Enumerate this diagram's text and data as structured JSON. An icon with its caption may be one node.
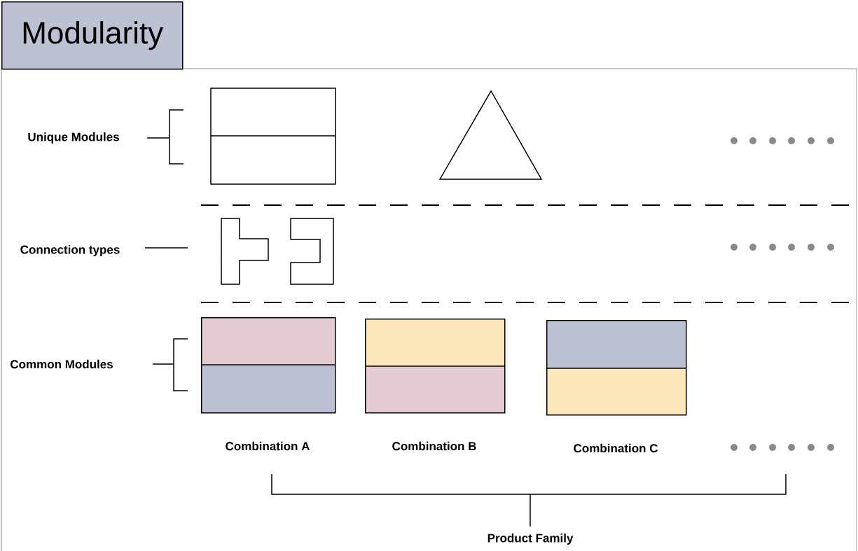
{
  "diagram": {
    "title": "Modularity",
    "nodes": [
      {
        "text": [],
        "shape": "box",
        "beside": [
          "Combination A"
        ]
      },
      {
        "text": [],
        "shape": "box",
        "beside": [
          "Combination B"
        ]
      },
      {
        "text": [],
        "shape": "box",
        "beside": [
          "Combination C"
        ]
      }
    ],
    "labels": [
      "Unique Modules",
      "Connection types",
      "Common Modules",
      "Product Family"
    ]
  }
}
